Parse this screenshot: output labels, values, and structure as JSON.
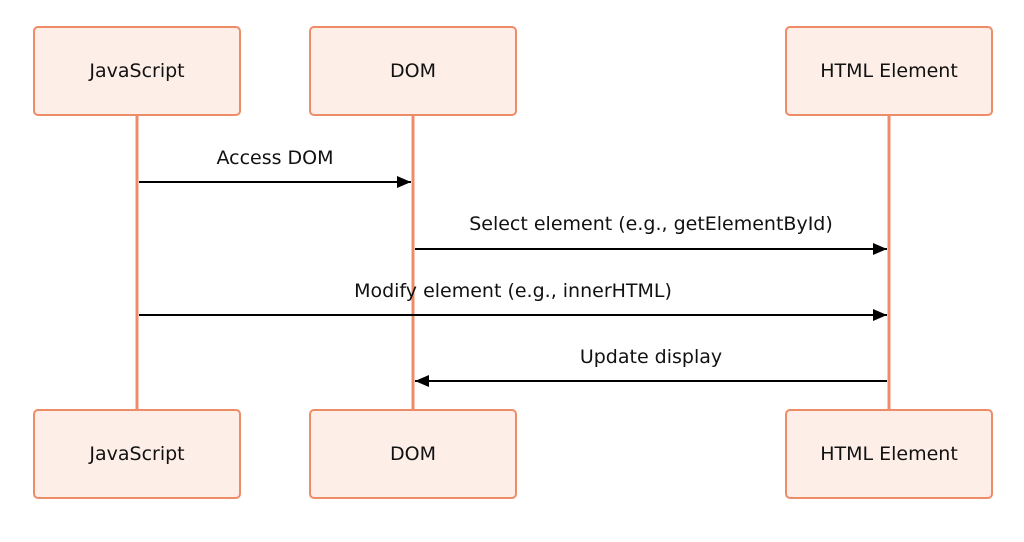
{
  "colors": {
    "box_fill": "#fdeee7",
    "box_border": "#ef8c68",
    "lifeline": "#ef8c68",
    "arrow": "#000000",
    "text": "#111111"
  },
  "participants": [
    {
      "id": "js",
      "label": "JavaScript"
    },
    {
      "id": "dom",
      "label": "DOM"
    },
    {
      "id": "html",
      "label": "HTML Element"
    }
  ],
  "messages": [
    {
      "from": "js",
      "to": "dom",
      "label": "Access DOM"
    },
    {
      "from": "dom",
      "to": "html",
      "label": "Select element (e.g., getElementById)"
    },
    {
      "from": "js",
      "to": "html",
      "label": "Modify element (e.g., innerHTML)"
    },
    {
      "from": "html",
      "to": "dom",
      "label": "Update display"
    }
  ]
}
